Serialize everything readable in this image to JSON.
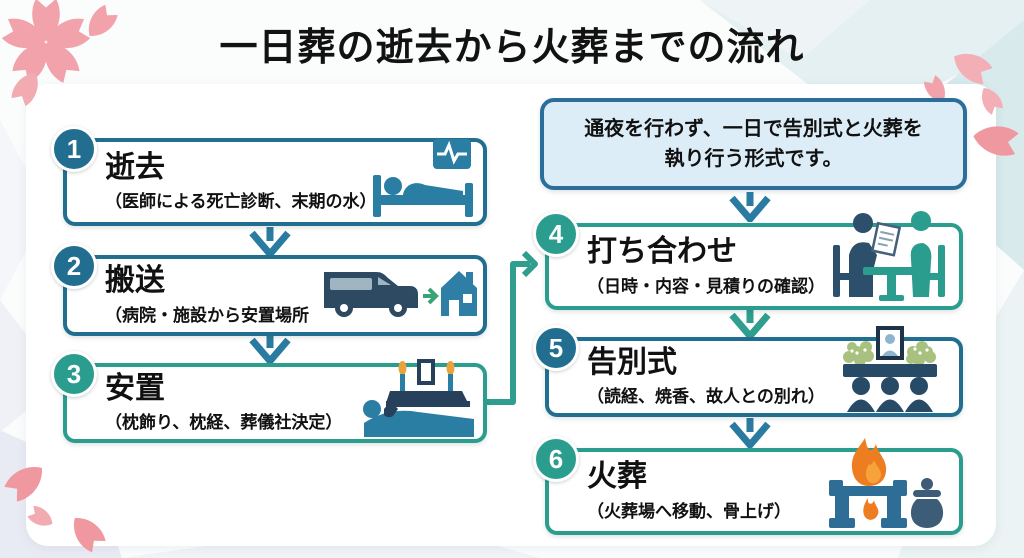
{
  "title": "一日葬の逝去から火葬までの流れ",
  "note": {
    "line1": "通夜を行わず、一日で告別式と火葬を",
    "line2": "執り行う形式です。"
  },
  "steps": [
    {
      "number": "1",
      "title": "逝去",
      "subtitle": "（医師による死亡診断、末期の水）",
      "icon": "deathbed-icon",
      "accent": "#226e90"
    },
    {
      "number": "2",
      "title": "搬送",
      "subtitle": "（病院・施設から安置場所",
      "icon": "hearse-van-house-icon",
      "accent": "#226e90"
    },
    {
      "number": "3",
      "title": "安置",
      "subtitle": "（枕飾り、枕経、葬儀社決定）",
      "icon": "repose-altar-icon",
      "accent": "#2a9d8f"
    },
    {
      "number": "4",
      "title": "打ち合わせ",
      "subtitle": "（日時・内容・見積りの確認）",
      "icon": "meeting-icon",
      "accent": "#2a9d8f"
    },
    {
      "number": "5",
      "title": "告別式",
      "subtitle": "（読経、焼香、故人との別れ）",
      "icon": "funeral-ceremony-icon",
      "accent": "#226e90"
    },
    {
      "number": "6",
      "title": "火葬",
      "subtitle": "（火葬場へ移動、骨上げ）",
      "icon": "cremation-icon",
      "accent": "#2a9d8f"
    }
  ],
  "colors": {
    "accent_blue": "#226e90",
    "accent_teal": "#2a9d8f",
    "arrow_blue": "#2a7ba1",
    "arrow_teal": "#2f9e8e",
    "note_fill": "#dcedf8",
    "note_border": "#2b6e9a",
    "text": "#111111",
    "petal_pink": "#f2a3ab",
    "icon_navy": "#2e4a63",
    "icon_blue": "#2b7ea3",
    "flame_orange": "#ee7d22",
    "candle_gold": "#e8a33d",
    "arrow_green": "#3aa375",
    "foliage_green": "#a9c17e",
    "urn_slate": "#3c5c78"
  }
}
